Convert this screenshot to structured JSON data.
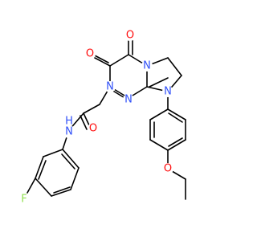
{
  "atoms": {
    "o_ring_top": "O",
    "o_ring_left": "O",
    "n_ring_top": "N",
    "n_ring_left": "N",
    "n_ring_bottom": "N",
    "n_pyrrolidine": "N",
    "o_amide": "O",
    "n_amide": "N",
    "h_amide": "H",
    "o_ether": "O",
    "f_fluoro": "F"
  },
  "colors": {
    "bond": "#000000",
    "oxygen": "#ff0d0d",
    "nitrogen": "#3050f8",
    "fluorine": "#90e050",
    "background": "#ffffff"
  }
}
